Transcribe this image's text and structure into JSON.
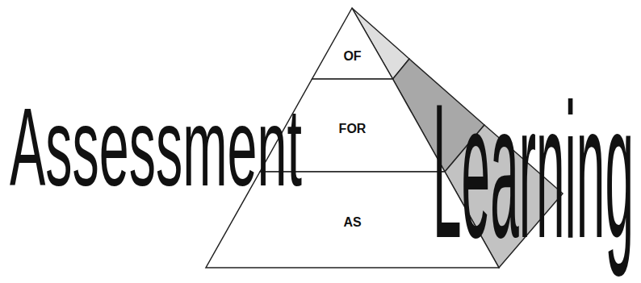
{
  "diagram": {
    "nodes": [
      {
        "text": [
          "OF"
        ]
      },
      {
        "text": [
          "FOR"
        ]
      },
      {
        "text": [
          "AS"
        ]
      }
    ],
    "labels": [
      "Assessment",
      "Learning"
    ]
  }
}
